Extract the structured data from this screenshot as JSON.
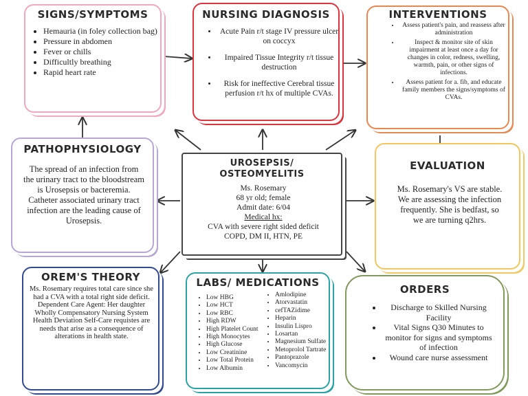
{
  "signs": {
    "title": "SIGNS/SYMPTOMS",
    "items": [
      "Hemauria (in foley collection bag)",
      "Pressure in abdomen",
      "Fever or chills",
      "Difficultly breathing",
      "Rapid heart rate"
    ]
  },
  "diagnosis": {
    "title": "NURSING DIAGNOSIS",
    "items": [
      "Acute Pain r/t stage IV pressure ulcer on coccyx",
      "Impaired Tissue Integrity r/t tissue destruction",
      "Risk for ineffective Cerebral tissue perfusion r/t hx of multiple CVAs."
    ]
  },
  "interventions": {
    "title": "INTERVENTIONS",
    "items": [
      "Assess patient's pain, and reassess after administration",
      "Inspect & monitor site of skin impairment at least once a day for changes in color, redness, swelling, warmth, pain, or other signs of infections.",
      "Assess patient for a. fib, and educate family members the signs/symptoms of CVAs."
    ]
  },
  "patho": {
    "title": "PATHOPHYSIOLOGY",
    "text": "The spread of an infection from the urinary tract to the bloodstream is Urosepsis or bacteremia. Catheter associated urinary tract infection are the leading cause of Urosepsis."
  },
  "center": {
    "title_line1": "UROSEPSIS/",
    "title_line2": "OSTEOMYELITIS",
    "name": "Ms. Rosemary",
    "age": "68 yr old; female",
    "admit": "Admit date: 6/04",
    "medhx_label": "Medical hx:",
    "medhx_1": "CVA with severe right sided deficit",
    "medhx_2": "COPD, DM II, HTN, PE"
  },
  "evaluation": {
    "title": "EVALUATION",
    "text": "Ms. Rosemary's VS are stable. We are assessing the infection frequently. She is bedfast, so we are turning q2hrs."
  },
  "orem": {
    "title": "OREM'S THEORY",
    "line1": "Ms. Rosemary requires total care since she had a CVA with a total right side deficit.",
    "line2": "Dependent Care Agent: Her daughter",
    "line3": "Wholly Compensatory Nursing System",
    "line4": "Health Deviation Self-Care requistes are needs that arise as a consequence of alterations in health state."
  },
  "labs": {
    "title": "LABS/ MEDICATIONS",
    "labs": [
      "Low HBG",
      "Low HCT",
      "Low RBC",
      "High RDW",
      "High Platelet Count",
      "High Monocytes",
      "High Glucose",
      "Low Creatinine",
      "Low Total Protein",
      "Low Albumin"
    ],
    "meds": [
      "Amlodipine",
      "Atorvastatin",
      "cefTAZidime",
      "Heparin",
      "Insulin Lispro",
      "Losartan",
      "Magnesium Sulfate",
      "Metoprolol Tartrate",
      "Pantoprazole",
      "Vancomycin"
    ]
  },
  "orders": {
    "title": "ORDERS",
    "items": [
      "Discharge to Skilled Nursing Facility",
      "Vital Signs Q30 Minutes to monitor for signs and symptoms of infection",
      "Wound care nurse assessment"
    ]
  },
  "colors": {
    "signs": "#f2a6c0",
    "diagnosis": "#e0323c",
    "interventions": "#e9874f",
    "patho": "#b7a6d6",
    "center": "#444444",
    "evaluation": "#f3c75e",
    "orem": "#2f4a93",
    "labs": "#2aa3a8",
    "orders": "#7f9a5a"
  }
}
